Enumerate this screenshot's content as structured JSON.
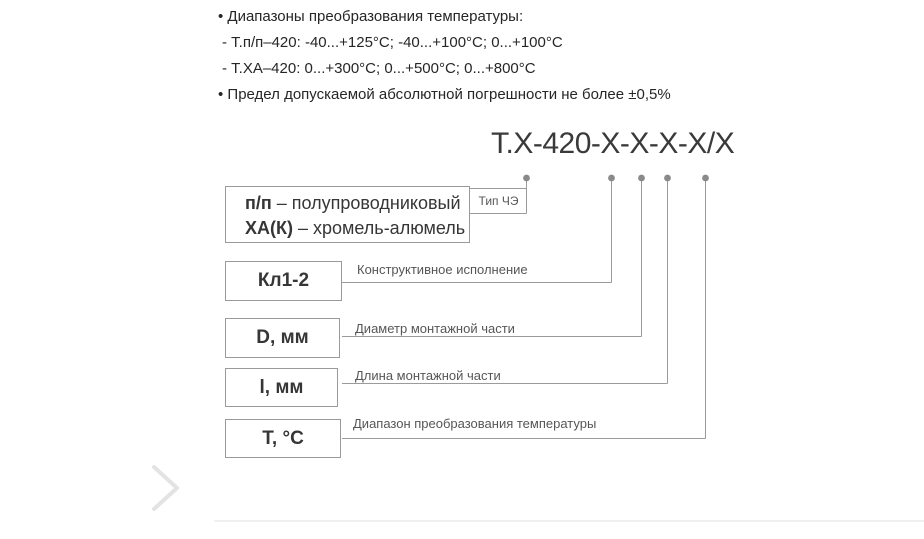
{
  "colors": {
    "text_primary": "#262626",
    "text_box": "#363636",
    "text_label": "#565656",
    "line_gray": "#9b9b9b",
    "chevron_gray": "#e3e3e3",
    "divider_gray": "#f0f0f0"
  },
  "specs": {
    "lines": [
      {
        "text": "• Диапазоны преобразования температуры:"
      },
      {
        "text": "- Т.п/п–420: -40...+125°С; -40...+100°С; 0...+100°С"
      },
      {
        "text": "- Т.ХА–420: 0...+300°С; 0...+500°С; 0...+800°С"
      },
      {
        "text": "• Предел допускаемой абсолютной погрешности не более ±0,5%"
      }
    ]
  },
  "diagram": {
    "model_code": "Т.Х-420-Х-Х-Х-Х/Х",
    "sensor_type_box": {
      "line1_prefix": "п/п",
      "line1_rest": " – полупроводниковый",
      "line2_prefix": "ХА(К)",
      "line2_rest": " – хромель-алюмель",
      "callout": "Тип ЧЭ"
    },
    "rows": [
      {
        "value": "Кл1-2",
        "label": "Конструктивное исполнение"
      },
      {
        "value": "D, мм",
        "label": "Диаметр монтажной части"
      },
      {
        "value": "l, мм",
        "label": "Длина монтажной части"
      },
      {
        "value": "Т, °С",
        "label": "Диапазон преобразования температуры"
      }
    ]
  },
  "carousel": {
    "next_icon": "chevron-right"
  }
}
